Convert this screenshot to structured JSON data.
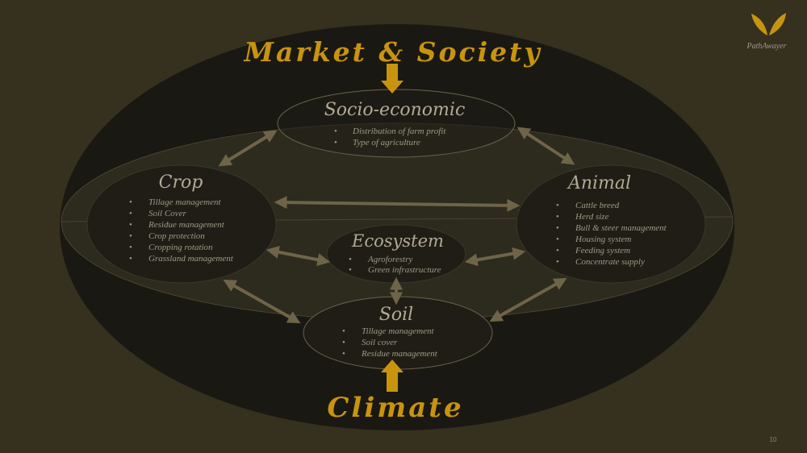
{
  "colors": {
    "background": "#36301f",
    "outer_ellipse": "#1a1812",
    "inner_band": "#2d2a1e",
    "node_fill": "#1f1d16",
    "node_stroke": "#6b634d",
    "gold": "#c8940f",
    "node_title": "#b3aa94",
    "list_text": "#a09986",
    "connector": "#6e6448"
  },
  "logo": {
    "brand": "PathAwayer",
    "icon": "leaf-logo-icon"
  },
  "outer": {
    "top_label": "Market & Society",
    "bottom_label": "Climate"
  },
  "nodes": {
    "socio": {
      "title": "Socio-economic",
      "items": [
        "Distribution of farm profit",
        "Type of agriculture"
      ]
    },
    "crop": {
      "title": "Crop",
      "items": [
        "Tillage management",
        "Soil Cover",
        "Residue management",
        "Crop protection",
        "Cropping rotation",
        "Grassland management"
      ]
    },
    "animal": {
      "title": "Animal",
      "items": [
        "Cattle breed",
        "Herd size",
        "Bull & steer management",
        "Housing system",
        "Feeding system",
        "Concentrate supply"
      ]
    },
    "ecosystem": {
      "title": "Ecosystem",
      "items": [
        "Agroforestry",
        "Green infrastructure"
      ]
    },
    "soil": {
      "title": "Soil",
      "items": [
        "Tillage management",
        "Soil cover",
        "Residue management"
      ]
    }
  },
  "page_number": "10"
}
